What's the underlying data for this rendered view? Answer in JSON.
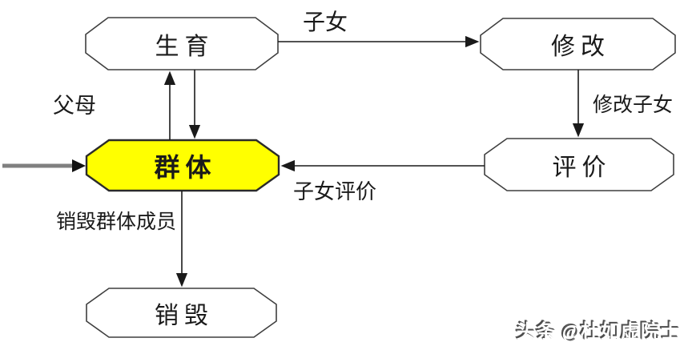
{
  "diagram": {
    "title_hint": "population lifecycle flowchart",
    "nodes": [
      {
        "id": "birth",
        "label": "生育",
        "highlighted": false
      },
      {
        "id": "modify",
        "label": "修改",
        "highlighted": false
      },
      {
        "id": "population",
        "label": "群体",
        "highlighted": true
      },
      {
        "id": "evaluate",
        "label": "评价",
        "highlighted": false
      },
      {
        "id": "destroy",
        "label": "销毁",
        "highlighted": false
      }
    ],
    "edges": [
      {
        "from": "birth",
        "to": "modify",
        "label": "子女"
      },
      {
        "from": "modify",
        "to": "evaluate",
        "label": "修改子女"
      },
      {
        "from": "evaluate",
        "to": "population",
        "label": "子女评价"
      },
      {
        "from": "population",
        "to": "birth",
        "label": "父母"
      },
      {
        "from": "birth",
        "to": "population",
        "label": ""
      },
      {
        "from": "population",
        "to": "destroy",
        "label": "销毁群体成员"
      },
      {
        "from": "entry",
        "to": "population",
        "label": ""
      }
    ],
    "colors": {
      "background": "#ffffff",
      "node_fill": "#ffffff",
      "highlight_fill": "#ffff00",
      "node_border": "#3f3f3f",
      "arrow": "#1a1a1a",
      "entry_arrow": "#808080"
    }
  },
  "watermark": {
    "text": "头条 @杜如虚院士"
  }
}
